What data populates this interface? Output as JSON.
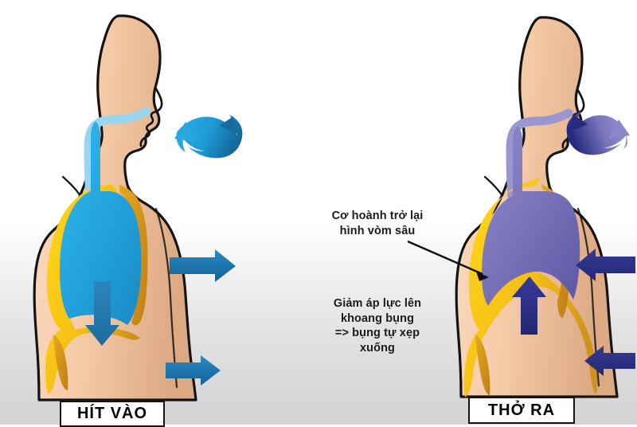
{
  "diagram": {
    "title_inhale": "HÍT VÀO",
    "title_exhale": "THỞ RA",
    "annotations": {
      "diaphragm_label": "Cơ hoành trở lại\nhình vòm sâu",
      "abdomen_label": "Giảm áp lực lên\nkhoang bụng\n=> bụng tự xẹp\nxuống"
    },
    "colors": {
      "skin": "#f6cdab",
      "skin_shadow": "#e8b68f",
      "outline": "#141414",
      "lung_inhale": "#27a9e1",
      "lung_inhale_dark": "#1c8ec4",
      "lung_exhale": "#7b74bb",
      "lung_exhale_dark": "#5f57a3",
      "diaphragm_yellow": "#ffd21e",
      "diaphragm_gold": "#d79b1e",
      "arrow_blue": "#1f74ac",
      "arrow_blue_light": "#29a8e0",
      "arrow_navy": "#2b2f88",
      "arrow_periwinkle": "#8a86c9",
      "airway_inhale": "#9ad5f0",
      "airway_exhale": "#9b96cf",
      "background_top": "#ffffff",
      "background_bottom": "#d4d4d7",
      "text": "#1b1b1b"
    },
    "icons": {
      "inhale_mouth_arrow": "curved-arrow-in-icon",
      "exhale_mouth_arrow": "curved-arrow-out-icon",
      "chest_expand_arrow": "arrow-right-icon",
      "belly_expand_arrow": "arrow-right-icon",
      "chest_contract_arrow": "arrow-left-icon",
      "belly_contract_arrow": "arrow-left-icon",
      "diaphragm_down_arrow": "arrow-down-icon",
      "diaphragm_up_arrow": "arrow-up-icon",
      "pointer_arrow": "pointer-arrow-icon"
    }
  }
}
